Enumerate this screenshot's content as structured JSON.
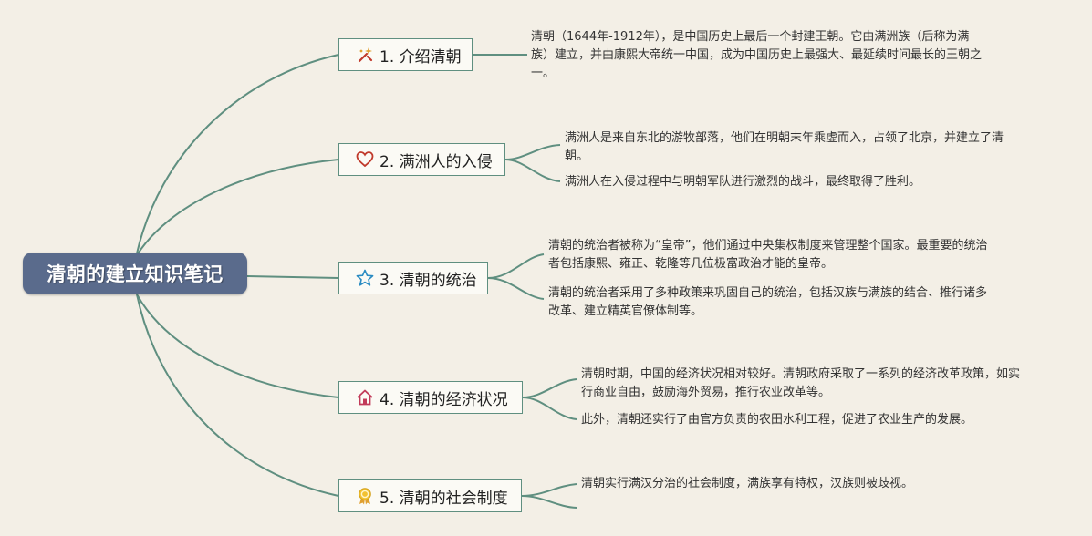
{
  "root": {
    "title": "清朝的建立知识笔记"
  },
  "topics": [
    {
      "label": "1. 介绍清朝",
      "icon": "sparkle-wand-icon",
      "notes": [
        "清朝（1644年-1912年），是中国历史上最后一个封建王朝。它由满洲族（后称为满族）建立，并由康熙大帝统一中国，成为中国历史上最强大、最延续时间最长的王朝之一。"
      ]
    },
    {
      "label": "2. 满洲人的入侵",
      "icon": "heart-icon",
      "notes": [
        "满洲人是来自东北的游牧部落，他们在明朝末年乘虚而入，占领了北京，并建立了清朝。",
        "满洲人在入侵过程中与明朝军队进行激烈的战斗，最终取得了胜利。"
      ]
    },
    {
      "label": "3. 清朝的统治",
      "icon": "star-icon",
      "notes": [
        "清朝的统治者被称为“皇帝”，他们通过中央集权制度来管理整个国家。最重要的统治者包括康熙、雍正、乾隆等几位极富政治才能的皇帝。",
        "清朝的统治者采用了多种政策来巩固自己的统治，包括汉族与满族的结合、推行诸多改革、建立精英官僚体制等。"
      ]
    },
    {
      "label": "4. 清朝的经济状况",
      "icon": "house-icon",
      "notes": [
        "清朝时期，中国的经济状况相对较好。清朝政府采取了一系列的经济改革政策，如实行商业自由，鼓励海外贸易，推行农业改革等。",
        "此外，清朝还实行了由官方负责的农田水利工程，促进了农业生产的发展。"
      ]
    },
    {
      "label": "5. 清朝的社会制度",
      "icon": "award-ribbon-icon",
      "notes": [
        "清朝实行满汉分治的社会制度，满族享有特权，汉族则被歧视。"
      ]
    }
  ],
  "colors": {
    "line": "#5f8f80",
    "root_bg": "#5a6b8c",
    "background": "#f3efe6"
  }
}
